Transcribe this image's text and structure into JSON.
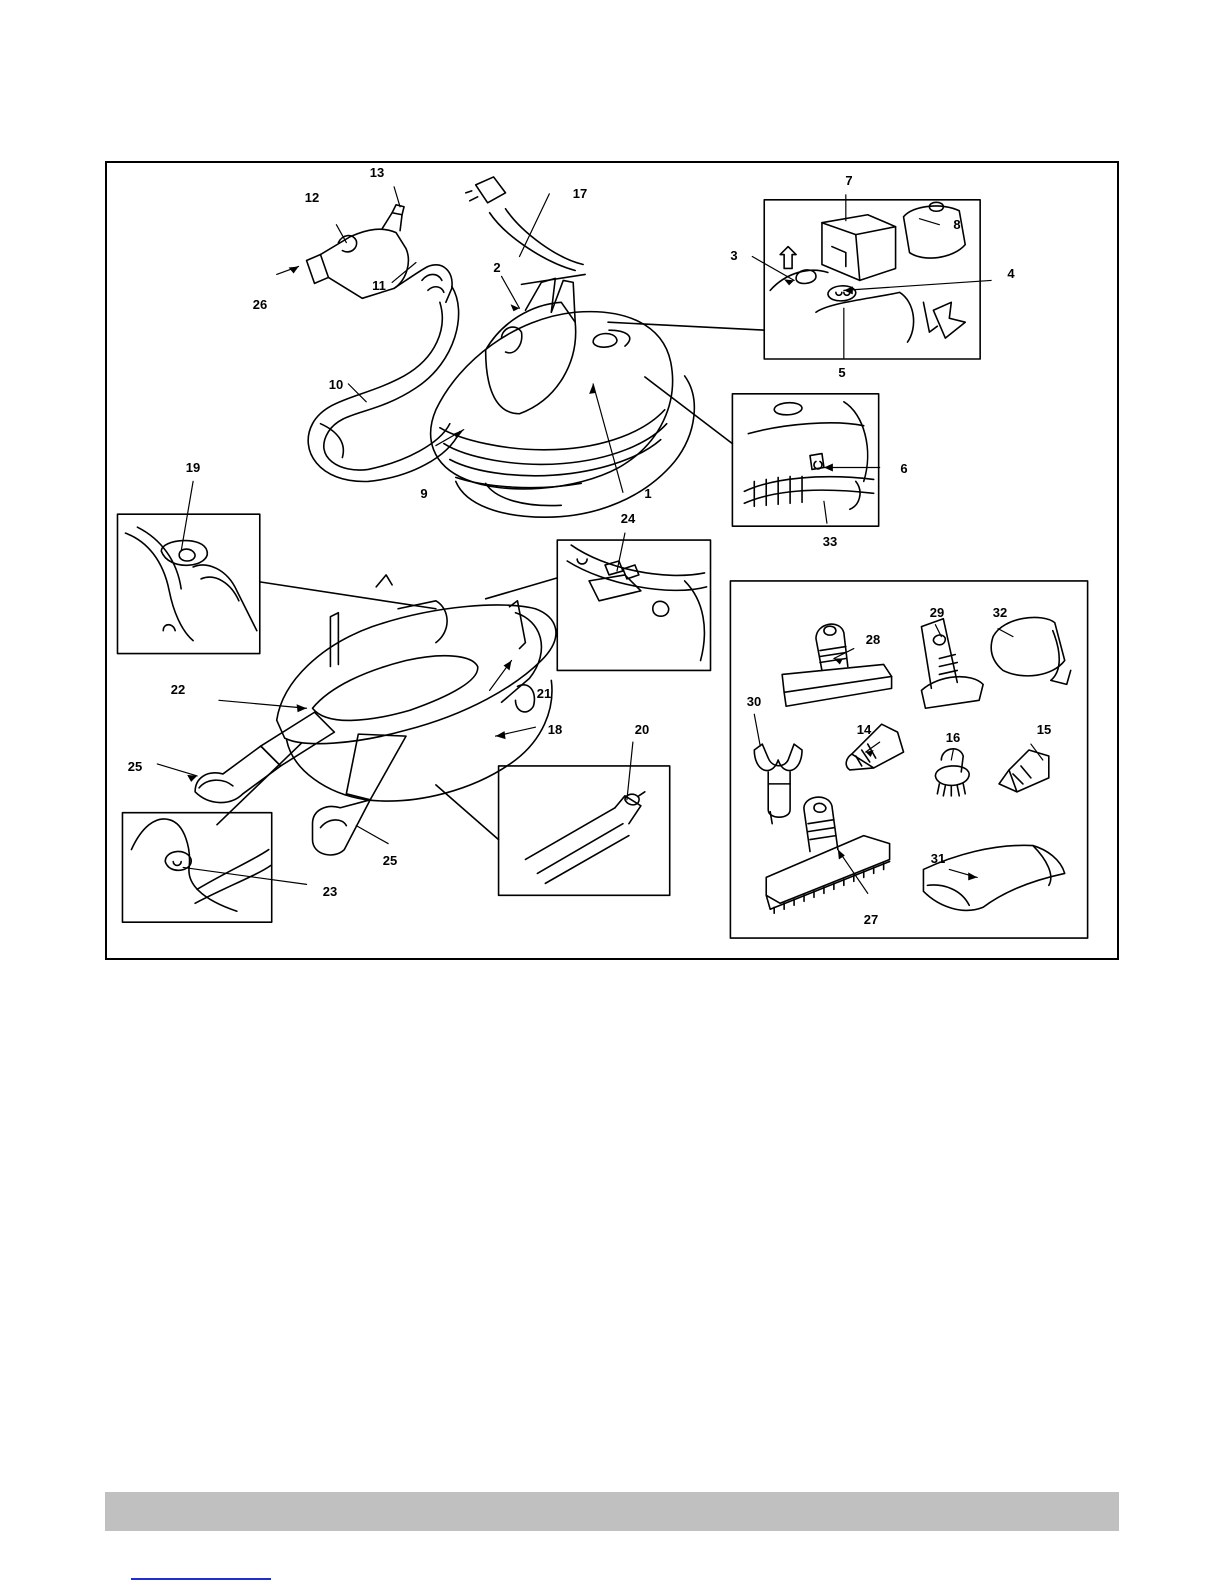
{
  "labels": [
    "1",
    "2",
    "3",
    "4",
    "5",
    "6",
    "7",
    "8",
    "9",
    "10",
    "11",
    "12",
    "13",
    "14",
    "15",
    "16",
    "17",
    "18",
    "19",
    "20",
    "21",
    "22",
    "23",
    "24",
    "25",
    "25",
    "26",
    "27",
    "28",
    "29",
    "30",
    "31",
    "32",
    "33"
  ],
  "colors": {
    "line": "#000000",
    "footer_bar": "#c0c0c0",
    "link": "#1f2fcf",
    "fill": "#ffffff"
  },
  "icons": [
    "steam-cleaner-diagram"
  ]
}
